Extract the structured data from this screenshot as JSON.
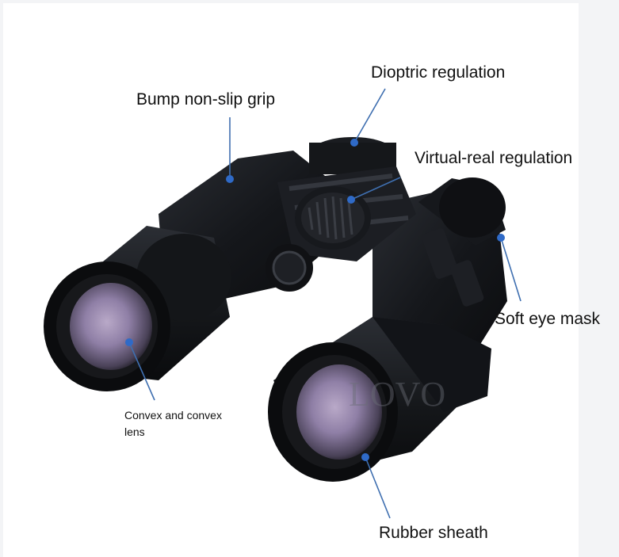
{
  "watermark": "LOVO",
  "callouts": {
    "bump_grip": "Bump non-slip grip",
    "dioptric": "Dioptric regulation",
    "virtual_real": "Virtual-real regulation",
    "eye_mask": "Soft eye mask",
    "convex_lens": "Convex and convex lens",
    "rubber_sheath": "Rubber sheath"
  },
  "colors": {
    "background": "#f3f4f6",
    "panel": "#ffffff",
    "body": "#121418",
    "callout_line": "#3f6fb0",
    "callout_dot": "#2f6ac7",
    "lens_tint": "#8f7fa6"
  }
}
